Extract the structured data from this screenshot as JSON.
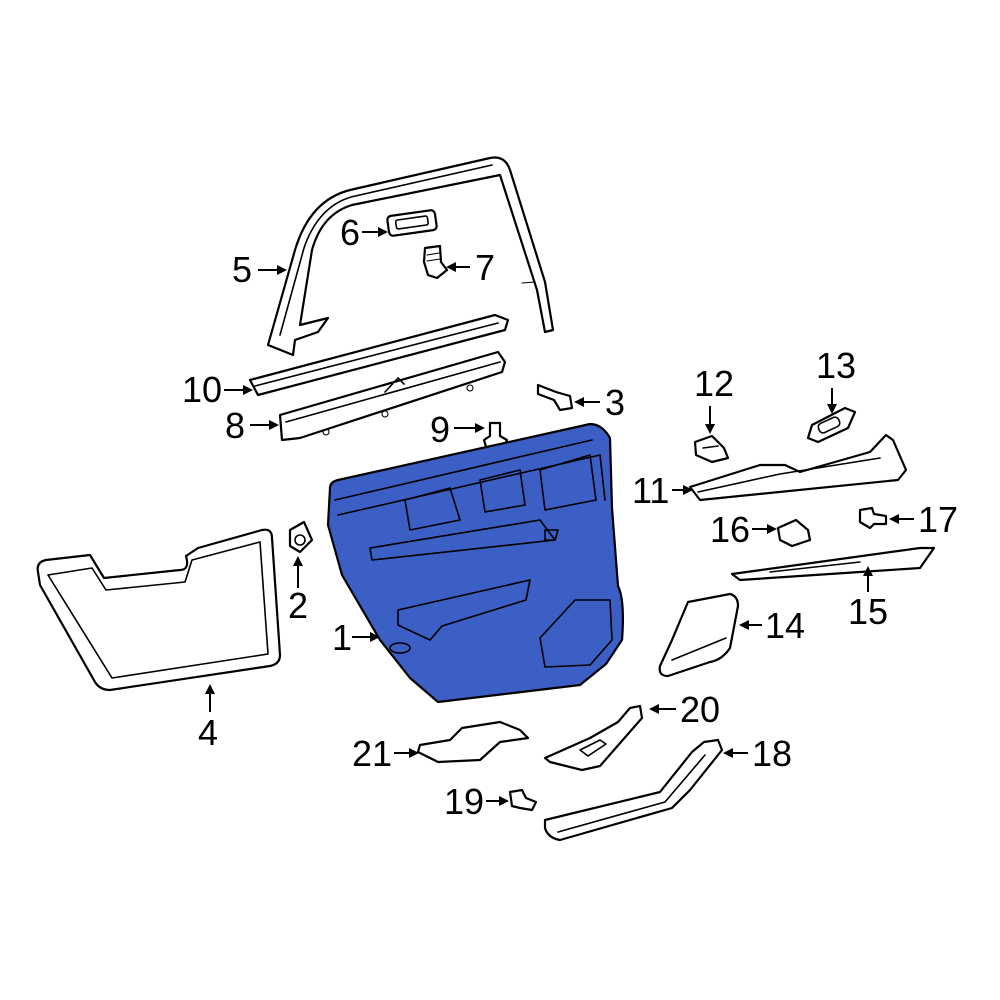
{
  "colors": {
    "highlight": "#3b5fc4",
    "line": "#000000",
    "background": "#ffffff"
  },
  "callouts": [
    {
      "id": "c1",
      "label": "1"
    },
    {
      "id": "c2",
      "label": "2"
    },
    {
      "id": "c3",
      "label": "3"
    },
    {
      "id": "c4",
      "label": "4"
    },
    {
      "id": "c5",
      "label": "5"
    },
    {
      "id": "c6",
      "label": "6"
    },
    {
      "id": "c7",
      "label": "7"
    },
    {
      "id": "c8",
      "label": "8"
    },
    {
      "id": "c9",
      "label": "9"
    },
    {
      "id": "c10",
      "label": "10"
    },
    {
      "id": "c11",
      "label": "11"
    },
    {
      "id": "c12",
      "label": "12"
    },
    {
      "id": "c13",
      "label": "13"
    },
    {
      "id": "c14",
      "label": "14"
    },
    {
      "id": "c15",
      "label": "15"
    },
    {
      "id": "c16",
      "label": "16"
    },
    {
      "id": "c17",
      "label": "17"
    },
    {
      "id": "c18",
      "label": "18"
    },
    {
      "id": "c19",
      "label": "19"
    },
    {
      "id": "c20",
      "label": "20"
    },
    {
      "id": "c21",
      "label": "21"
    }
  ]
}
